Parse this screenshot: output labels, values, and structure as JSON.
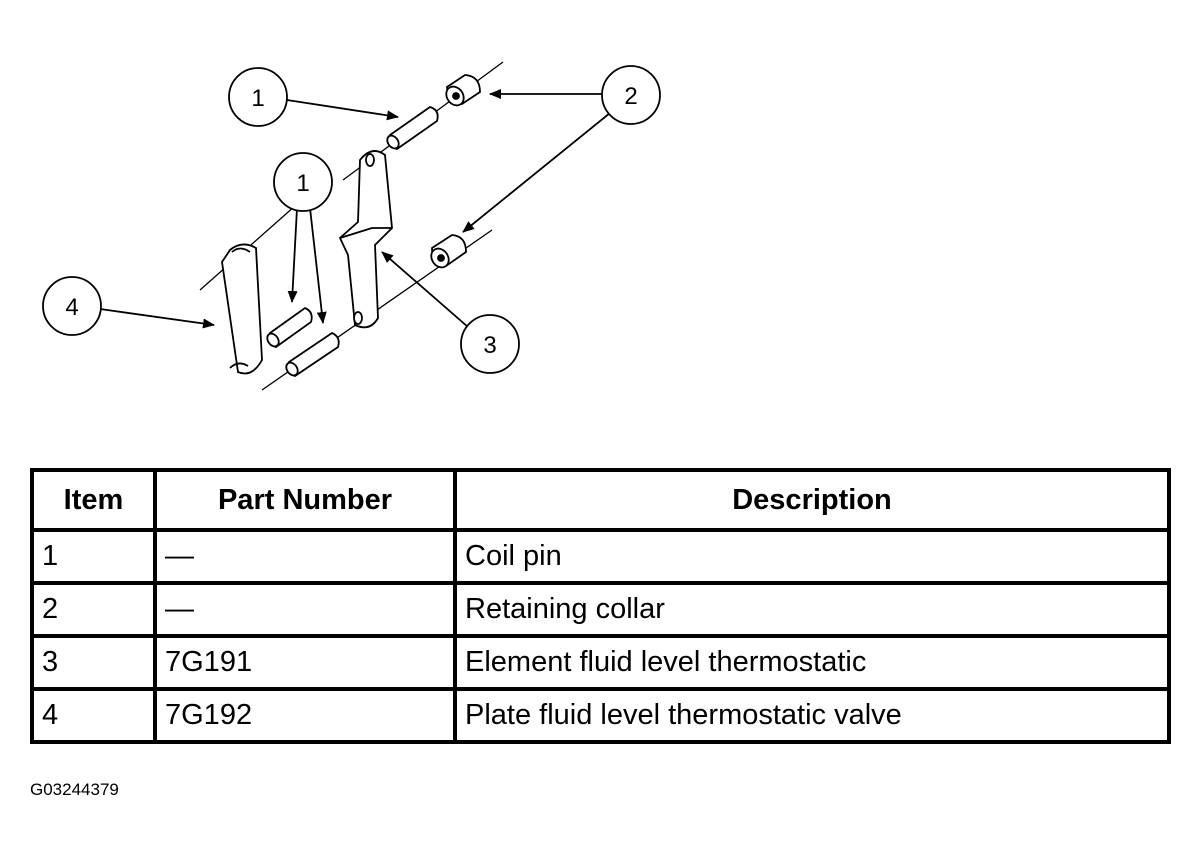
{
  "callouts": {
    "c1a": "1",
    "c1b": "1",
    "c2": "2",
    "c3": "3",
    "c4": "4"
  },
  "table": {
    "headers": [
      "Item",
      "Part Number",
      "Description"
    ],
    "rows": [
      [
        "1",
        "—",
        "Coil pin"
      ],
      [
        "2",
        "—",
        "Retaining collar"
      ],
      [
        "3",
        "7G191",
        "Element fluid level thermostatic"
      ],
      [
        "4",
        "7G192",
        "Plate fluid level thermostatic valve"
      ]
    ]
  },
  "figure_code": "G03244379"
}
